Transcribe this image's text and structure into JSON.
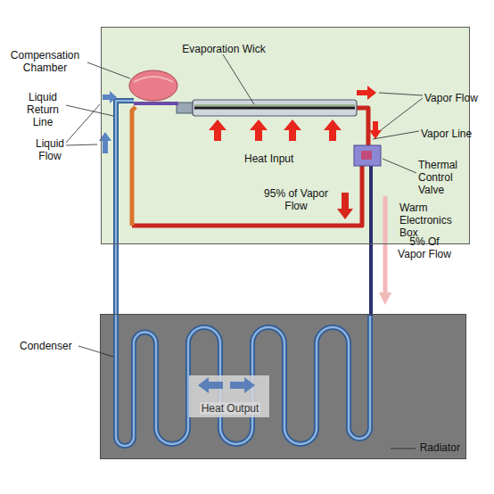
{
  "diagram": {
    "nodes": [
      {
        "text": [
          "Warm Electronics Box"
        ]
      },
      {
        "text": [
          "Radiator"
        ]
      }
    ],
    "labels": [
      "Compensation Chamber",
      "Evaporation Wick",
      "Liquid Return Line",
      "Liquid Flow",
      "Vapor Flow",
      "Vapor Line",
      "Heat Input",
      "Thermal Control Valve",
      "95% of Vapor Flow",
      "5% Of Vapor Flow",
      "Condenser",
      "Heat Output"
    ]
  }
}
